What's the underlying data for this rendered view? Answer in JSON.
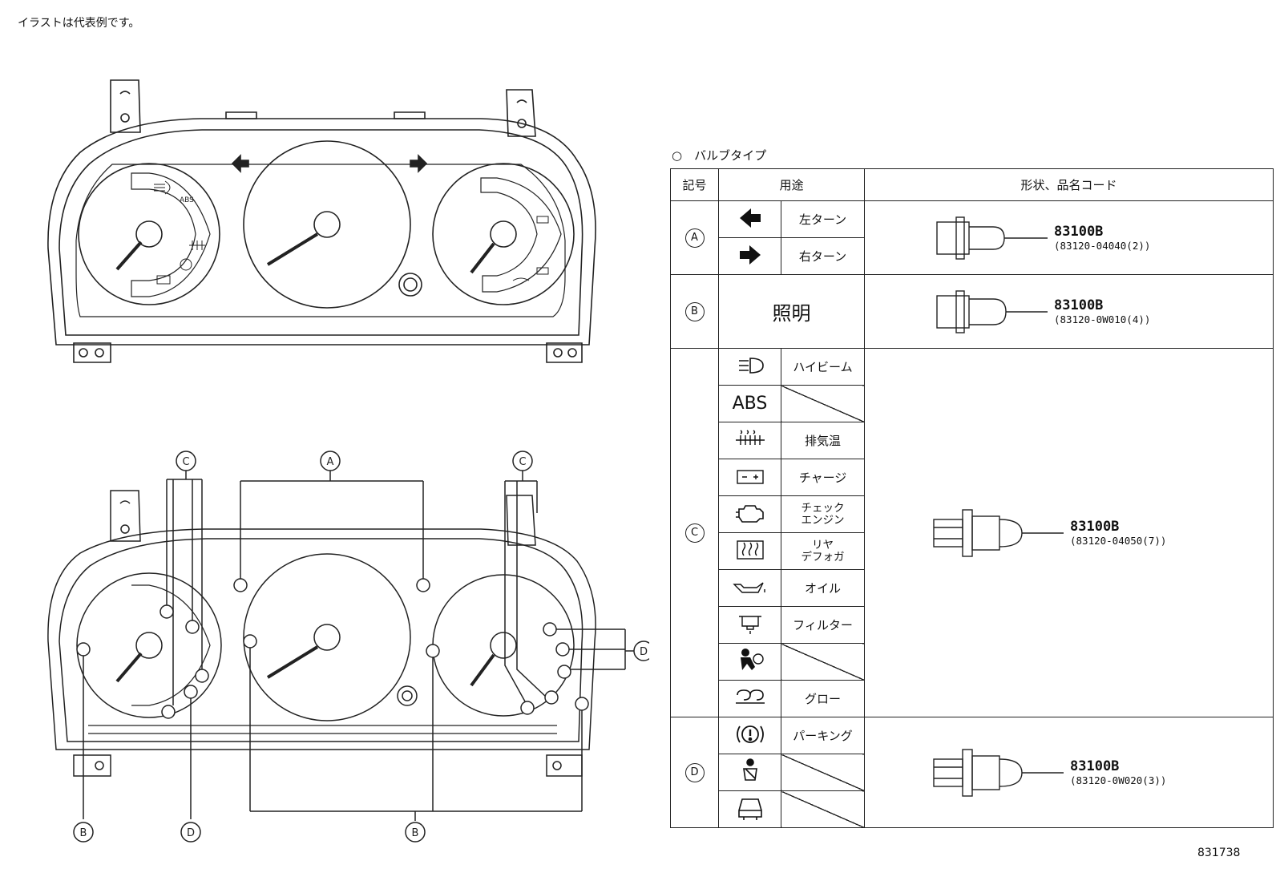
{
  "note": "イラストは代表例です。",
  "legend": {
    "title": "○　バルブタイプ",
    "headers": {
      "symbol": "記号",
      "usage": "用途",
      "shape": "形状、品名コード"
    }
  },
  "rows": {
    "A": {
      "symbol": "A",
      "items": [
        "左ターン",
        "右ターン"
      ],
      "code": "83100B",
      "part": "(83120-04040(2))"
    },
    "B": {
      "symbol": "B",
      "usage": "照明",
      "code": "83100B",
      "part": "(83120-0W010(4))"
    },
    "C": {
      "symbol": "C",
      "items": [
        "ハイビーム",
        "",
        "排気温",
        "チャージ",
        "チェック\nエンジン",
        "リヤ\nデフォガ",
        "オイル",
        "フィルター",
        "",
        "グロー"
      ],
      "abs": "ABS",
      "code": "83100B",
      "part": "(83120-04050(7))"
    },
    "D": {
      "symbol": "D",
      "items": [
        "パーキング",
        "",
        ""
      ],
      "code": "83100B",
      "part": "(83120-0W020(3))"
    }
  },
  "callouts": {
    "A": "A",
    "B": "B",
    "C": "C",
    "D": "D"
  },
  "cluster_labels": {
    "abs": "ABS"
  },
  "reference": "831738"
}
